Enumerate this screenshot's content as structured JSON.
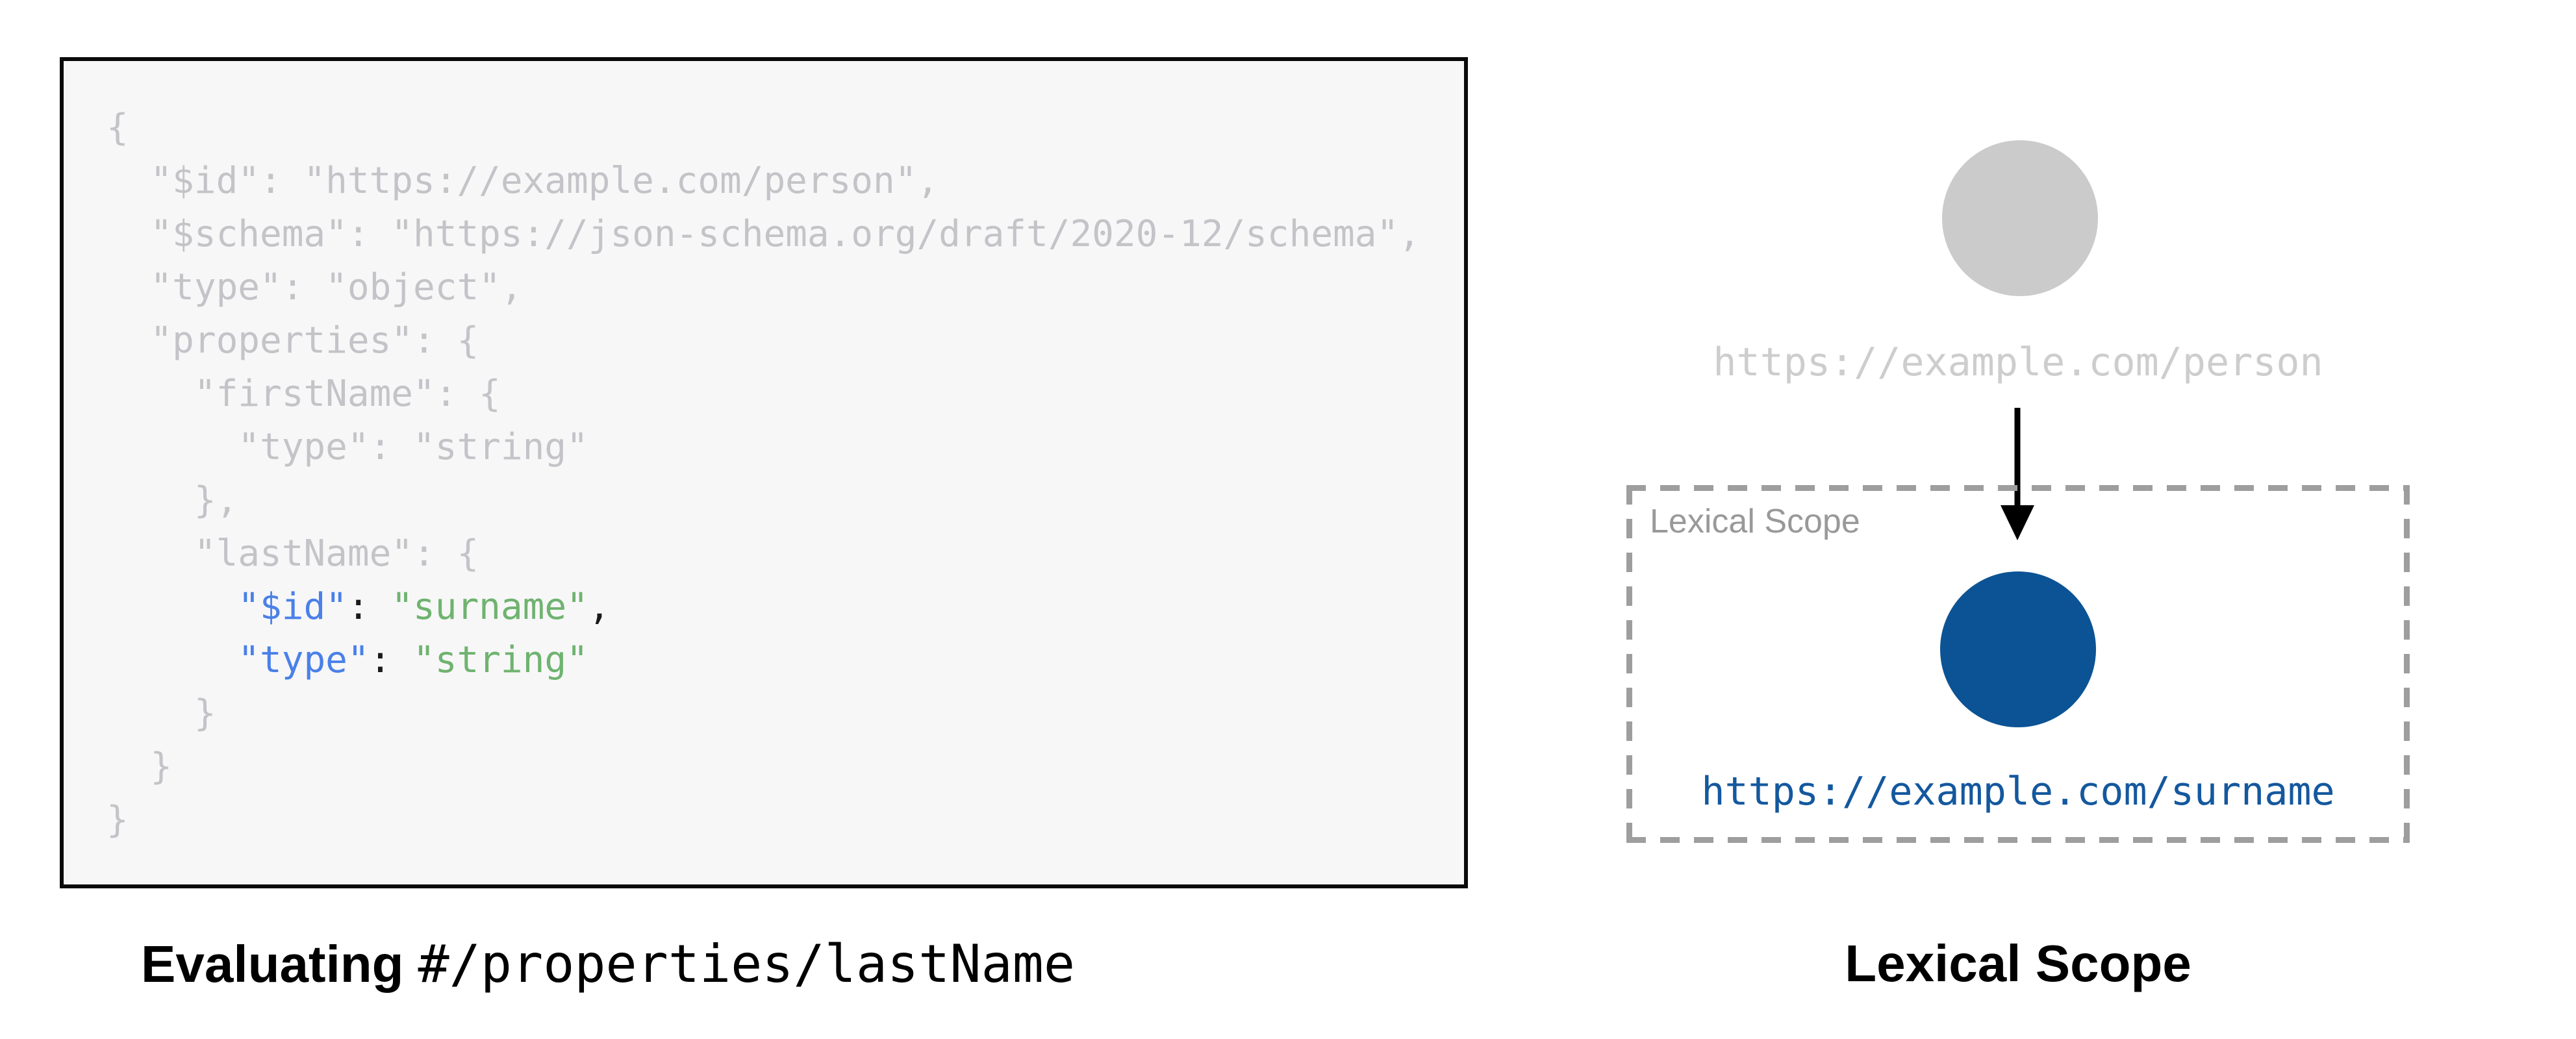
{
  "colors": {
    "code_dim": "#c4c4c8",
    "code_key": "#4a80e8",
    "code_string": "#6fb36f",
    "code_punct": "#1a1a1a",
    "code_bg": "#f7f7f8",
    "code_border": "#0a0a0a",
    "node_gray": "#cbcbcb",
    "label_gray": "#cdcdcd",
    "scope_border": "#9e9e9e",
    "scope_label": "#999999",
    "node_blue": "#0b5394",
    "label_blue": "#14589e",
    "arrow_black": "#000000",
    "caption_black": "#000000"
  },
  "code_panel": {
    "lines": [
      {
        "segments": [
          {
            "text": "{",
            "style": "dim"
          }
        ]
      },
      {
        "segments": [
          {
            "text": "  \"$id\": \"https://example.com/person\",",
            "style": "dim"
          }
        ]
      },
      {
        "segments": [
          {
            "text": "  \"$schema\": \"https://json-schema.org/draft/2020-12/schema\",",
            "style": "dim"
          }
        ]
      },
      {
        "segments": [
          {
            "text": "  \"type\": \"object\",",
            "style": "dim"
          }
        ]
      },
      {
        "segments": [
          {
            "text": "  \"properties\": {",
            "style": "dim"
          }
        ]
      },
      {
        "segments": [
          {
            "text": "    \"firstName\": {",
            "style": "dim"
          }
        ]
      },
      {
        "segments": [
          {
            "text": "      \"type\": \"string\"",
            "style": "dim"
          }
        ]
      },
      {
        "segments": [
          {
            "text": "    },",
            "style": "dim"
          }
        ]
      },
      {
        "segments": [
          {
            "text": "    \"lastName\": {",
            "style": "dim"
          }
        ]
      },
      {
        "segments": [
          {
            "text": "      ",
            "style": "dim"
          },
          {
            "text": "\"$id\"",
            "style": "key"
          },
          {
            "text": ":",
            "style": "punct"
          },
          {
            "text": " ",
            "style": "dim"
          },
          {
            "text": "\"surname\"",
            "style": "string"
          },
          {
            "text": ",",
            "style": "punct"
          }
        ]
      },
      {
        "segments": [
          {
            "text": "      ",
            "style": "dim"
          },
          {
            "text": "\"type\"",
            "style": "key"
          },
          {
            "text": ":",
            "style": "punct"
          },
          {
            "text": " ",
            "style": "dim"
          },
          {
            "text": "\"string\"",
            "style": "string"
          }
        ]
      },
      {
        "segments": [
          {
            "text": "    }",
            "style": "dim"
          }
        ]
      },
      {
        "segments": [
          {
            "text": "  }",
            "style": "dim"
          }
        ]
      },
      {
        "segments": [
          {
            "text": "}",
            "style": "dim"
          }
        ]
      }
    ]
  },
  "captions": {
    "left_bold": "Evaluating",
    "left_mono": "#/properties/lastName",
    "right": "Lexical Scope"
  },
  "diagram": {
    "outer_node_label": "https://example.com/person",
    "scope_box_label": "Lexical Scope",
    "inner_node_label": "https://example.com/surname"
  }
}
